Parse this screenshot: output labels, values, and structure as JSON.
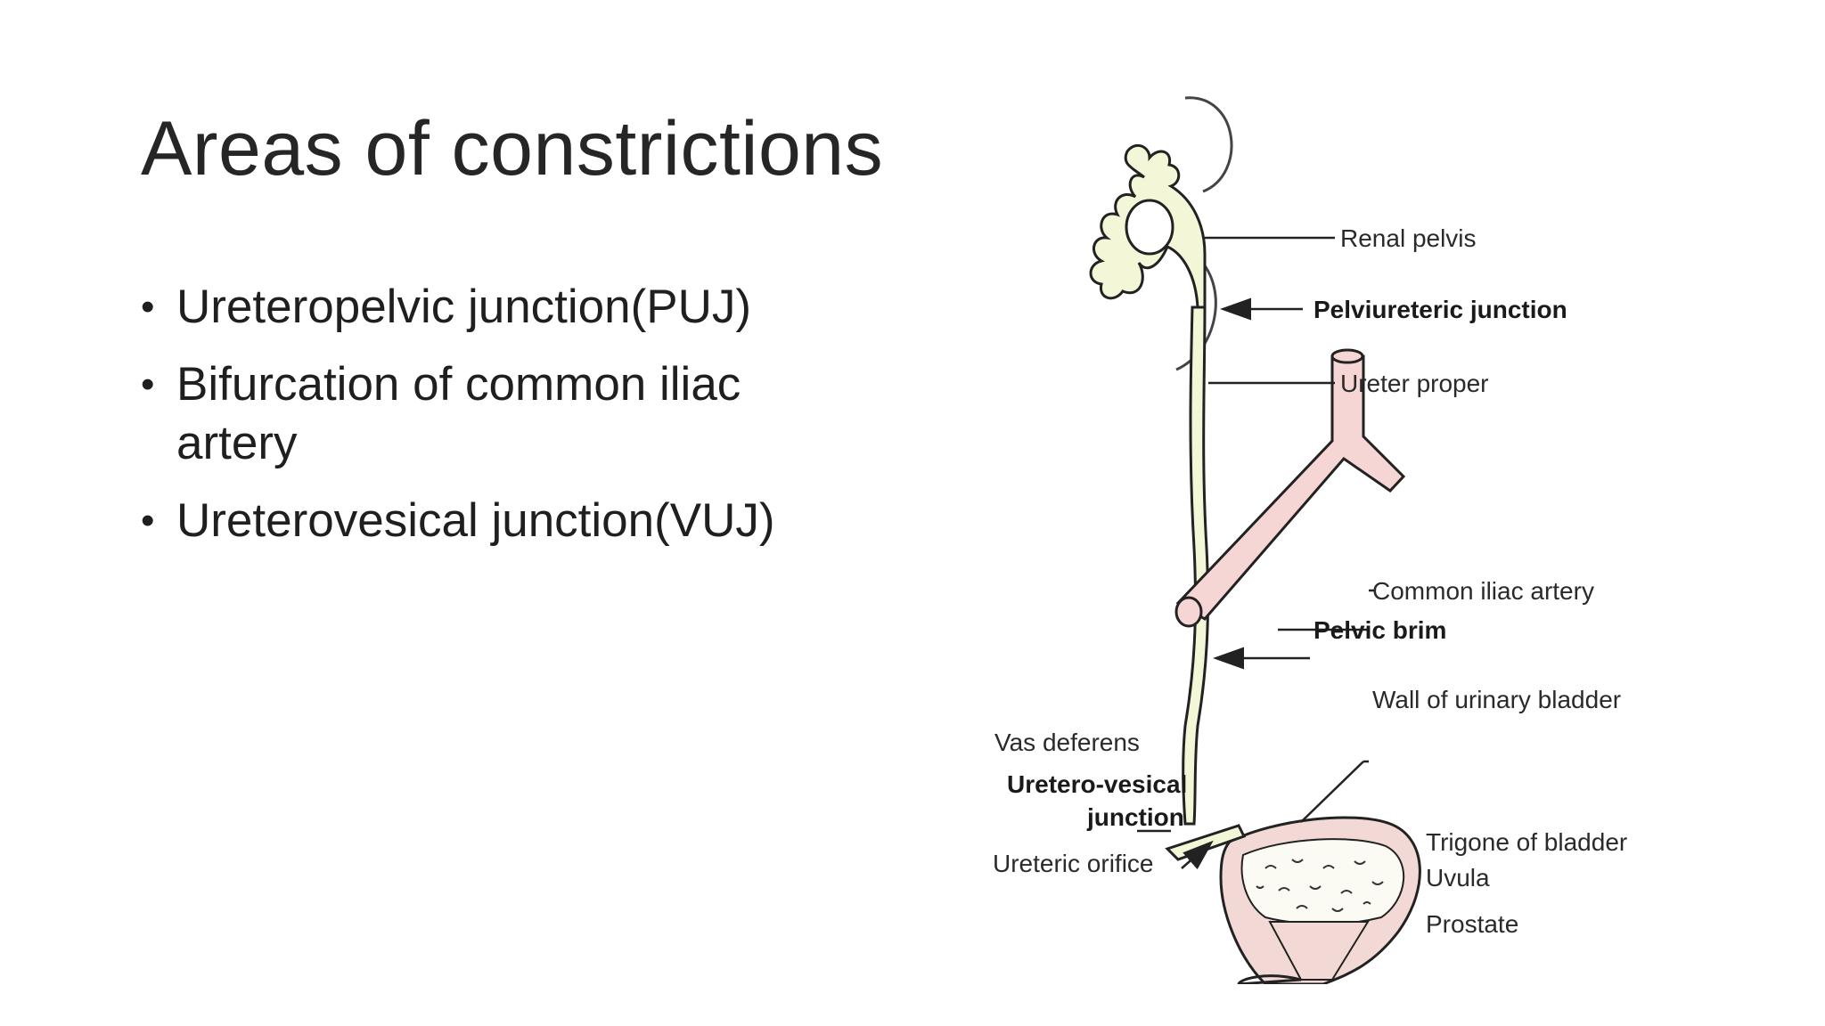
{
  "slide": {
    "title": "Areas of constrictions",
    "bullets": [
      "Ureteropelvic junction(PUJ)",
      "Bifurcation of common iliac artery",
      "Ureterovesical junction(VUJ)"
    ]
  },
  "diagram": {
    "labels": {
      "renal_pelvis": "Renal pelvis",
      "pelviureteric_junction": "Pelviureteric junction",
      "ureter_proper": "Ureter proper",
      "common_iliac_artery": "Common iliac artery",
      "pelvic_brim": "Pelvic brim",
      "wall_of_urinary_bladder": "Wall of urinary bladder",
      "vas_deferens": "Vas deferens",
      "uretero_vesical": "Uretero-vesical",
      "junction": "junction",
      "ureteric_orifice": "Ureteric orifice",
      "trigone_of_bladder": "Trigone of bladder",
      "uvula": "Uvula",
      "prostate": "Prostate"
    },
    "colors": {
      "ureter_fill": "#f4f6d8",
      "artery_fill": "#f6d6d4",
      "bladder_fill": "#f3d9d6",
      "outline": "#222222"
    }
  }
}
